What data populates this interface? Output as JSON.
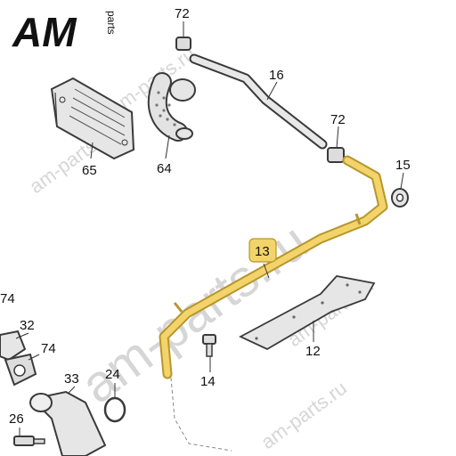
{
  "logo": {
    "big": "AM",
    "small": "parts"
  },
  "watermarks": [
    "am-parts.ru",
    "am-parts.ru",
    "am-parts.ru",
    "am-parts.ru",
    "am-parts.ru"
  ],
  "parts": {
    "p72a": "72",
    "p16": "16",
    "p72b": "72",
    "p15": "15",
    "p65": "65",
    "p64": "64",
    "p13": "13",
    "p12": "12",
    "p14": "14",
    "p32": "32",
    "p74a": "74",
    "p74b": "74",
    "p33": "33",
    "p24": "24",
    "p26": "26"
  },
  "colors": {
    "highlight": "#f2d46a",
    "highlight_stroke": "#b8952d",
    "part_fill": "#e6e6e6",
    "outline": "#3a3a3a"
  }
}
